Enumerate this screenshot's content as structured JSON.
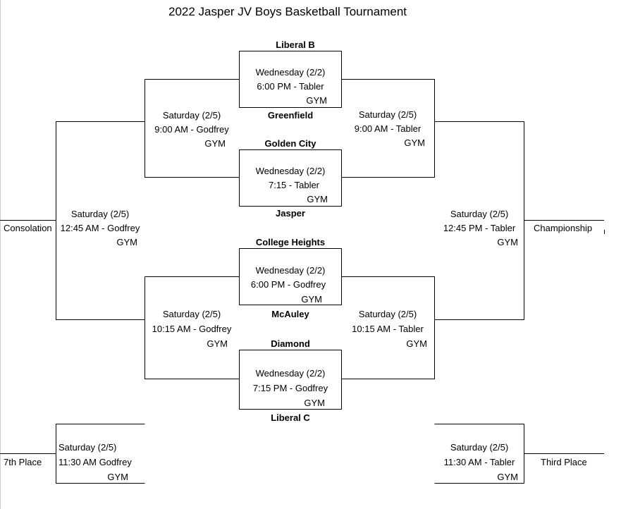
{
  "title": "2022 Jasper JV Boys Basketball Tournament",
  "teams": {
    "liberal_b": "Liberal B",
    "greenfield": "Greenfield",
    "golden_city": "Golden City",
    "jasper": "Jasper",
    "college_heights": "College Heights",
    "mcauley": "McAuley",
    "diamond": "Diamond",
    "liberal_c": "Liberal C"
  },
  "games": {
    "g1": {
      "day": "Wednesday (2/2)",
      "time": "6:00 PM - Tabler",
      "venue": "GYM"
    },
    "g2": {
      "day": "Wednesday (2/2)",
      "time": "7:15 - Tabler",
      "venue": "GYM"
    },
    "g3": {
      "day": "Wednesday (2/2)",
      "time": "6:00 PM - Godfrey",
      "venue": "GYM"
    },
    "g4": {
      "day": "Wednesday (2/2)",
      "time": "7:15 PM - Godfrey",
      "venue": "GYM"
    },
    "cons_top": {
      "day": "Saturday (2/5)",
      "time": "9:00 AM - Godfrey",
      "venue": "GYM"
    },
    "win_top": {
      "day": "Saturday (2/5)",
      "time": "9:00 AM - Tabler",
      "venue": "GYM"
    },
    "cons_bot": {
      "day": "Saturday (2/5)",
      "time": "10:15 AM - Godfrey",
      "venue": "GYM"
    },
    "win_bot": {
      "day": "Saturday (2/5)",
      "time": "10:15 AM - Tabler",
      "venue": "GYM"
    },
    "consolation": {
      "day": "Saturday (2/5)",
      "time": "12:45 AM - Godfrey",
      "venue": "GYM"
    },
    "championship": {
      "day": "Saturday (2/5)",
      "time": "12:45 PM - Tabler",
      "venue": "GYM"
    },
    "seventh": {
      "day": "Saturday (2/5)",
      "time": "11:30 AM Godfrey",
      "venue": "GYM"
    },
    "third": {
      "day": "Saturday (2/5)",
      "time": "11:30 AM - Tabler",
      "venue": "GYM"
    }
  },
  "places": {
    "consolation": "Consolation",
    "championship": "Championship",
    "seventh": "7th Place",
    "third": "Third Place"
  },
  "colors": {
    "line": "#000000",
    "text": "#000000",
    "background": "#ffffff"
  }
}
